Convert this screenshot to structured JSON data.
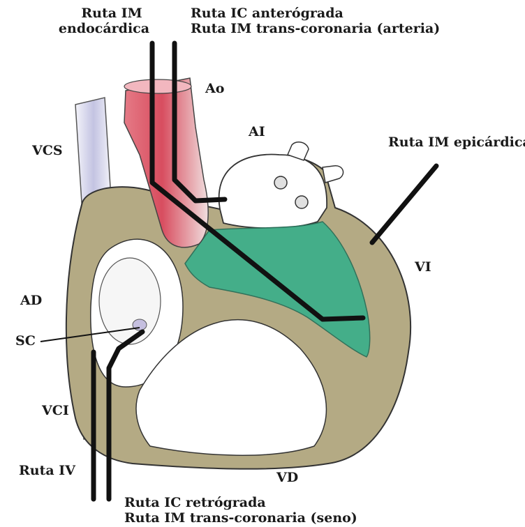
{
  "labels": {
    "ruta_im_endocardica_l1": "Ruta IM",
    "ruta_im_endocardica_l2": "endocárdica",
    "ruta_ic_anterograda": "Ruta IC anterógrada",
    "ruta_im_trans_coronaria_arteria": "Ruta IM trans-coronaria (arteria)",
    "ao": "Ao",
    "ai": "AI",
    "vcs": "VCS",
    "ruta_im_epicardica": "Ruta IM epicárdica",
    "vi": "VI",
    "ad": "AD",
    "sc": "SC",
    "vci": "VCI",
    "ruta_iv": "Ruta IV",
    "vd": "VD",
    "ruta_ic_retrograda": "Ruta IC retrógrada",
    "ruta_im_trans_coronaria_seno": "Ruta IM trans-coronaria (seno)"
  },
  "colors": {
    "aorta": "#d9505f",
    "left_ventricle_cavity": "#3fae8a",
    "myocardium": "#b5aa86",
    "vena_cava": "#c9c9e6",
    "catheter": "#111111",
    "background": "#ffffff"
  }
}
